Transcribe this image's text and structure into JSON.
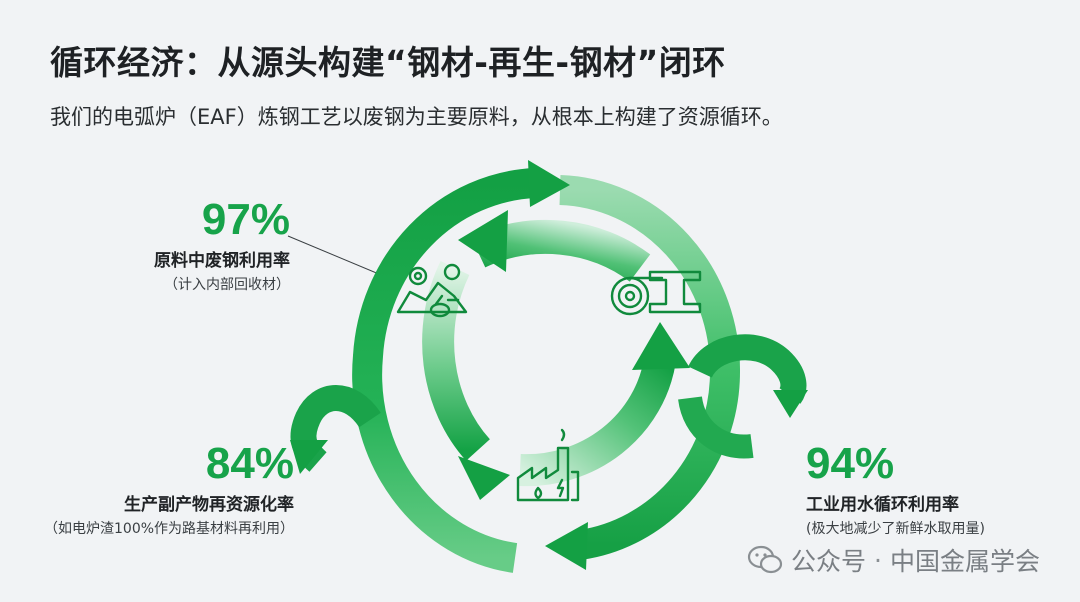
{
  "title": "循环经济：从源头构建“钢材-再生-钢材”闭环",
  "subtitle": "我们的电弧炉（EAF）炼钢工艺以废钢为主要原料，从根本上构建了资源循环。",
  "stats": {
    "scrap": {
      "value": "97%",
      "label": "原料中废钢利用率",
      "note": "（计入内部回收材）"
    },
    "byproduct": {
      "value": "84%",
      "label": "生产副产物再资源化率",
      "note": "（如电炉渣100%作为路基材料再利用）"
    },
    "water": {
      "value": "94%",
      "label": "工业用水循环利用率",
      "note": "(极大地减少了新鲜水取用量)"
    }
  },
  "icons": {
    "scrap": "scrap-recycling-icon",
    "product": "steel-coil-beam-icon",
    "factory": "eaf-factory-icon"
  },
  "watermark": {
    "prefix": "公众号",
    "dot": "·",
    "name": "中国金属学会"
  },
  "colors": {
    "green": "#17a34a",
    "dark_green": "#108a3c",
    "background": "#f1f3f5"
  }
}
